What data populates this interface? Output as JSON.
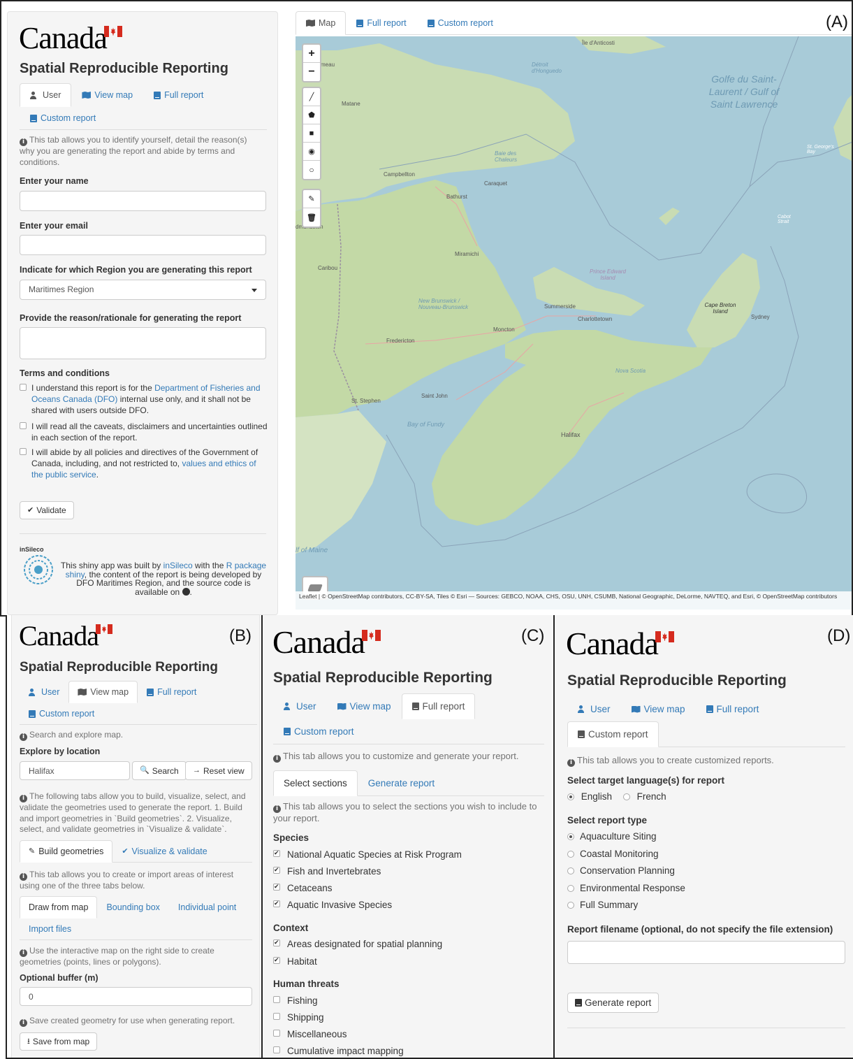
{
  "panel_labels": {
    "a": "(A)",
    "b": "(B)",
    "c": "(C)",
    "d": "(D)"
  },
  "brand": {
    "wordmark": "Canada",
    "app_title": "Spatial Reproducible Reporting",
    "flag_color": "#d52b1e",
    "link_color": "#337ab7"
  },
  "main_tabs": {
    "user": "User",
    "view_map": "View map",
    "full_report": "Full report",
    "custom_report": "Custom report"
  },
  "user_tab": {
    "help": "This tab allows you to identify yourself, detail the reason(s) why you are generating the report and abide by terms and conditions.",
    "name_label": "Enter your name",
    "email_label": "Enter your email",
    "region_label": "Indicate for which Region you are generating this report",
    "region_value": "Maritimes Region",
    "reason_label": "Provide the reason/rationale for generating the report",
    "terms_title": "Terms and conditions",
    "term1_pre": "I understand this report is for the ",
    "term1_link": "Department of Fisheries and Oceans Canada (DFO)",
    "term1_post": " internal use only, and it shall not be shared with users outside DFO.",
    "term2": "I will read all the caveats, disclaimers and uncertainties outlined in each section of the report.",
    "term3_pre": "I will abide by all policies and directives of the Government of Canada, including, and not restricted to, ",
    "term3_link": "values and ethics of the public service",
    "term3_post": ".",
    "validate": "Validate",
    "footer_logo": "inSileco",
    "footer_pre": "This shiny app was built by ",
    "footer_link1": "inSileco",
    "footer_mid1": " with the ",
    "footer_link2": "R package shiny",
    "footer_mid2": ", the content of the report is being developed by DFO Maritimes Region, and the source code is available on ",
    "footer_end": "."
  },
  "map_view": {
    "tabs": {
      "map": "Map",
      "full_report": "Full report",
      "custom_report": "Custom report"
    },
    "zoom_in": "+",
    "zoom_out": "−",
    "places": {
      "anticosti": "Île d'Anticosti",
      "detroit": "Détroit d'Honguedo",
      "matane": "Matane",
      "rimouski": "meau",
      "campbellton": "Campbellton",
      "caraquet": "Caraquet",
      "bathurst": "Bathurst",
      "miramichi": "Miramichi",
      "caribou": "Caribou",
      "fredericton": "Fredericton",
      "moncton": "Moncton",
      "summerside": "Summerside",
      "charlottetown": "Charlottetown",
      "saint_john": "Saint John",
      "st_stephen": "St. Stephen",
      "halifax": "Halifax",
      "sydney": "Sydney",
      "cape_breton": "Cape Breton Island",
      "nova_scotia": "Nova Scotia",
      "pei": "Prince Edward Island",
      "nb": "New Brunswick / Nouveau-Brunswick",
      "baie": "Baie des Chaleurs",
      "st_georges": "St. George's Bay",
      "cabot": "Cabot Strait",
      "edmundston": "dmundston",
      "maine": "lf of Maine"
    },
    "gulf": "Golfe du Saint-Laurent / Gulf of Saint Lawrence",
    "bay_fundy": "Bay of Fundy",
    "attribution": "Leaflet | © OpenStreetMap contributors, CC-BY-SA, Tiles © Esri — Sources: GEBCO, NOAA, CHS, OSU, UNH, CSUMB, National Geographic, DeLorme, NAVTEQ, and Esri, © OpenStreetMap contributors",
    "colors": {
      "water": "#a8cbd8",
      "land": "#c9dcb3",
      "forest": "#b8d39c"
    }
  },
  "view_map_tab": {
    "help": "Search and explore map.",
    "explore_label": "Explore by location",
    "search_value": "Halifax",
    "search_btn": "Search",
    "reset_btn": "Reset view",
    "help2": "The following tabs allow you to build, visualize, select, and validate the geometries used to generate the report. 1. Build and import geometries in `Build geometries`. 2. Visualize, select, and validate geometries in `Visualize & validate`.",
    "tab_build": "Build geometries",
    "tab_visualize": "Visualize & validate",
    "help3": "This tab allows you to create or import areas of interest using one of the three tabs below.",
    "subtab_draw": "Draw from map",
    "subtab_bbox": "Bounding box",
    "subtab_point": "Individual point",
    "subtab_import": "Import files",
    "help4": "Use the interactive map on the right side to create geometries (points, lines or polygons).",
    "buffer_label": "Optional buffer (m)",
    "buffer_value": "0",
    "help5": "Save created geometry for use when generating report.",
    "save_btn": "Save from map"
  },
  "full_report_tab": {
    "help": "This tab allows you to customize and generate your report.",
    "tab_select": "Select sections",
    "tab_generate": "Generate report",
    "help2": "This tab allows you to select the sections you wish to include to your report.",
    "species_title": "Species",
    "species": [
      "National Aquatic Species at Risk Program",
      "Fish and Invertebrates",
      "Cetaceans",
      "Aquatic Invasive Species"
    ],
    "context_title": "Context",
    "context": [
      "Areas designated for spatial planning",
      "Habitat"
    ],
    "threats_title": "Human threats",
    "threats": [
      "Fishing",
      "Shipping",
      "Miscellaneous",
      "Cumulative impact mapping"
    ]
  },
  "custom_report_tab": {
    "help": "This tab allows you to create customized reports.",
    "lang_label": "Select target language(s) for report",
    "lang_en": "English",
    "lang_fr": "French",
    "type_label": "Select report type",
    "types": [
      "Aquaculture Siting",
      "Coastal Monitoring",
      "Conservation Planning",
      "Environmental Response",
      "Full Summary"
    ],
    "filename_label": "Report filename (optional, do not specify the file extension)",
    "generate_btn": "Generate report"
  }
}
